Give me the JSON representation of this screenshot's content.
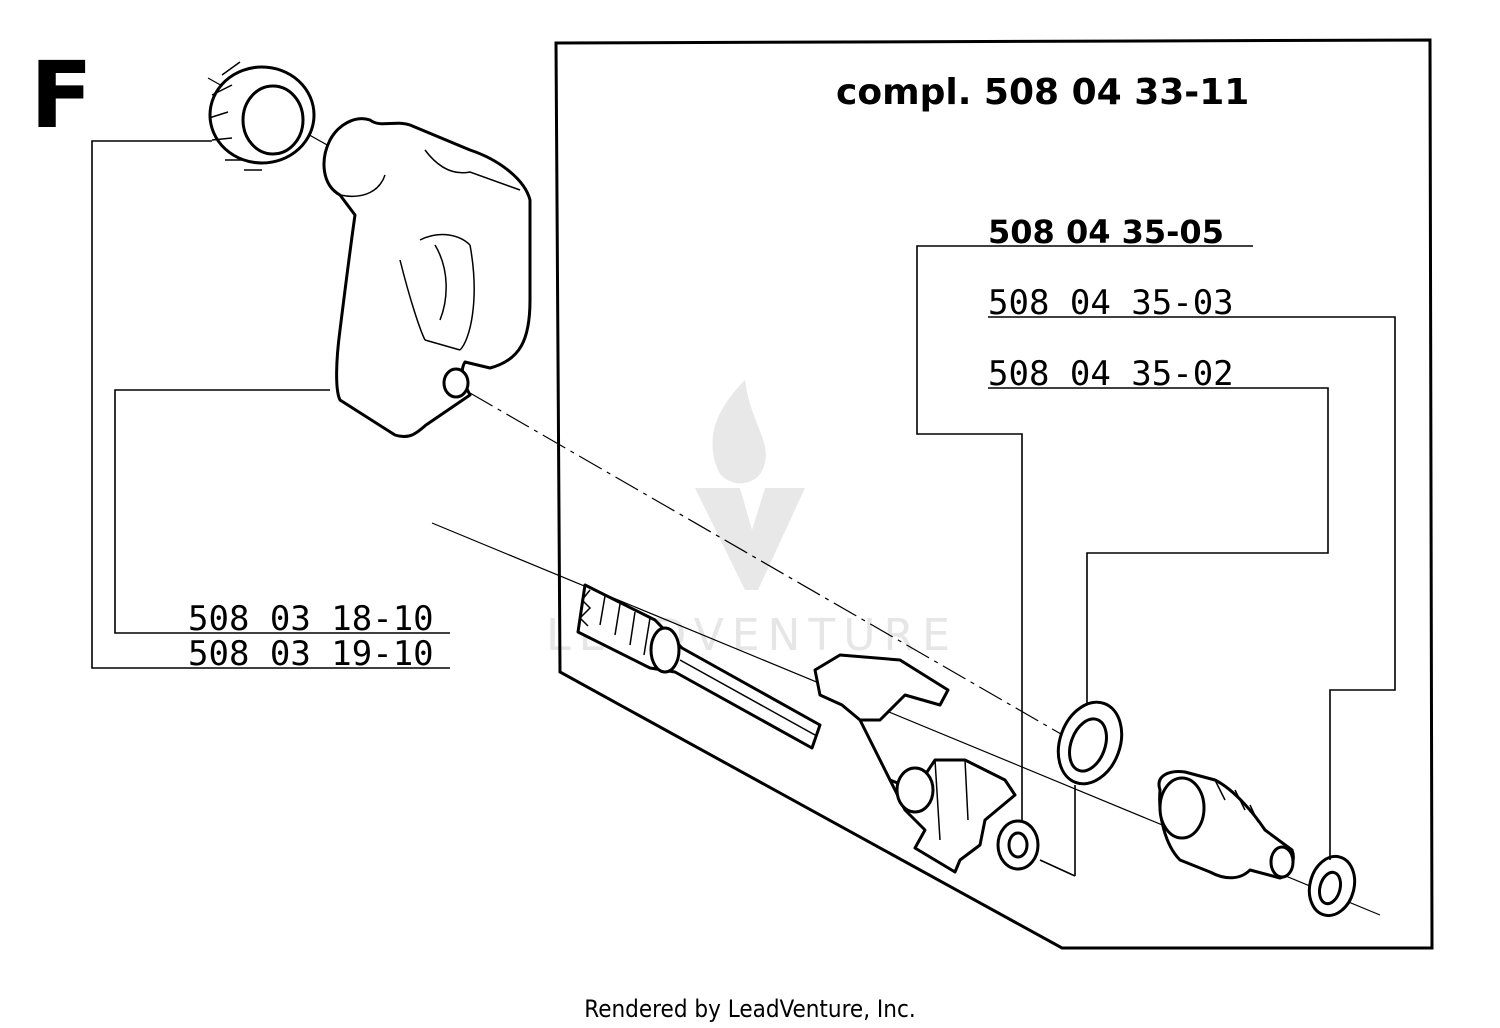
{
  "section_letter": "F",
  "assembly_label": "compl. 508 04 33-11",
  "part_numbers": {
    "kit": "508 04 35-05",
    "washer_large": "508 04 35-03",
    "washer_small": "508 04 35-02",
    "pump_a": "508 03 18-10",
    "pump_b": "508 03 19-10"
  },
  "watermark_text": "LEADVENTURE",
  "footer": "Rendered by LeadVenture, Inc.",
  "colors": {
    "line": "#000000",
    "watermark": "#e6e6e6"
  },
  "icons": {
    "watermark_logo": "flame-v-logo-icon"
  }
}
